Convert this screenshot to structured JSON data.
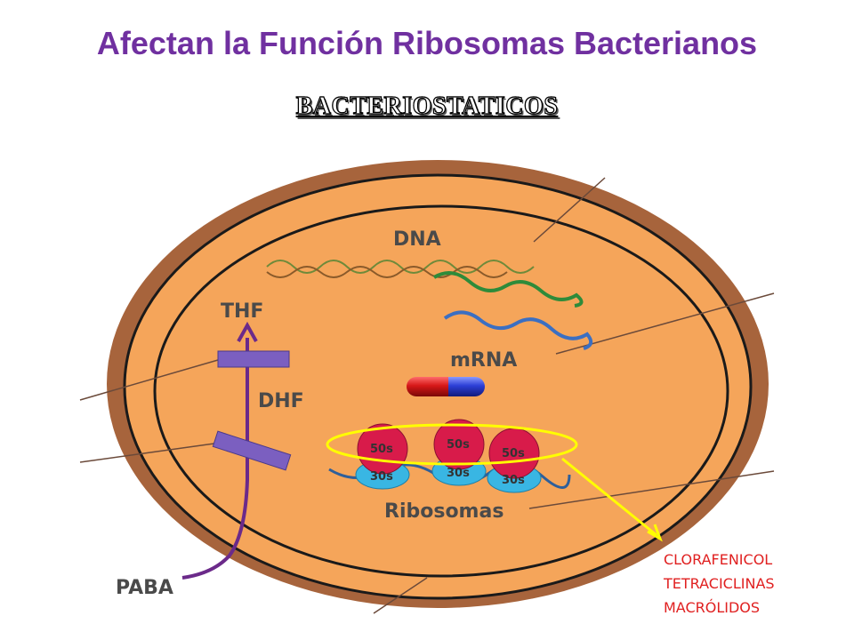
{
  "title": "Afectan la Función Ribosomas Bacterianos",
  "subtitle": "BACTERIOSTATICOS",
  "diagram": {
    "labels": {
      "dna": "DNA",
      "mrna": "mRNA",
      "thf": "THF",
      "dhf": "DHF",
      "paba": "PABA",
      "ribosomes": "Ribosomas"
    },
    "ribosome_units": {
      "large": [
        "50s",
        "50s",
        "50s"
      ],
      "small": [
        "30s",
        "30s",
        "30s"
      ]
    },
    "colors": {
      "cell_wall": "#a7643c",
      "cytoplasm": "#f5a55a",
      "membrane": "#1a1a1a",
      "large_subunit": "#d81b4a",
      "small_subunit": "#39b6e3",
      "highlight": "#ffff00",
      "pathway": "#6b2a8a",
      "drug_text": "#e02020"
    }
  },
  "drugs": [
    "CLORAFENICOL",
    "TETRACICLINAS",
    "MACRÓLIDOS"
  ]
}
